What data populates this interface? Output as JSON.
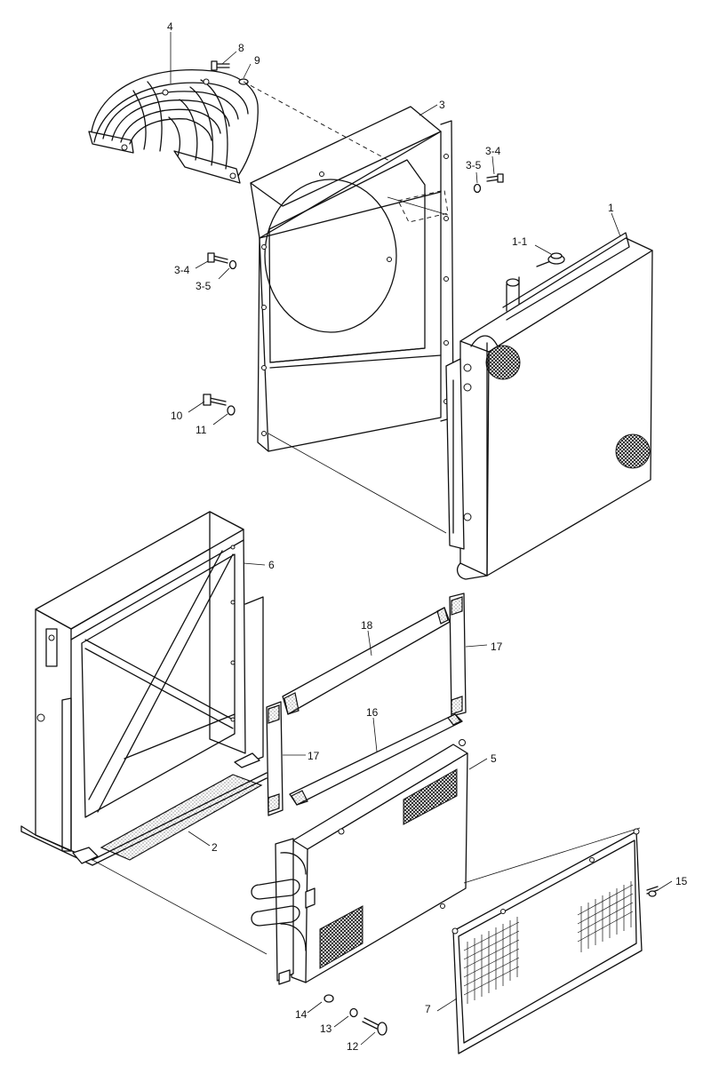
{
  "callouts": [
    {
      "id": "c1",
      "text": "1"
    },
    {
      "id": "c1-1",
      "text": "1-1"
    },
    {
      "id": "c2",
      "text": "2"
    },
    {
      "id": "c3",
      "text": "3"
    },
    {
      "id": "c3-4a",
      "text": "3-4"
    },
    {
      "id": "c3-5a",
      "text": "3-5"
    },
    {
      "id": "c3-4b",
      "text": "3-4"
    },
    {
      "id": "c3-5b",
      "text": "3-5"
    },
    {
      "id": "c4",
      "text": "4"
    },
    {
      "id": "c5",
      "text": "5"
    },
    {
      "id": "c6",
      "text": "6"
    },
    {
      "id": "c7",
      "text": "7"
    },
    {
      "id": "c8",
      "text": "8"
    },
    {
      "id": "c9",
      "text": "9"
    },
    {
      "id": "c10",
      "text": "10"
    },
    {
      "id": "c11",
      "text": "11"
    },
    {
      "id": "c12",
      "text": "12"
    },
    {
      "id": "c13",
      "text": "13"
    },
    {
      "id": "c14",
      "text": "14"
    },
    {
      "id": "c15",
      "text": "15"
    },
    {
      "id": "c16",
      "text": "16"
    },
    {
      "id": "c17a",
      "text": "17"
    },
    {
      "id": "c17b",
      "text": "17"
    },
    {
      "id": "c18",
      "text": "18"
    }
  ],
  "colors": {
    "ink": "#111111",
    "paper": "#ffffff"
  }
}
